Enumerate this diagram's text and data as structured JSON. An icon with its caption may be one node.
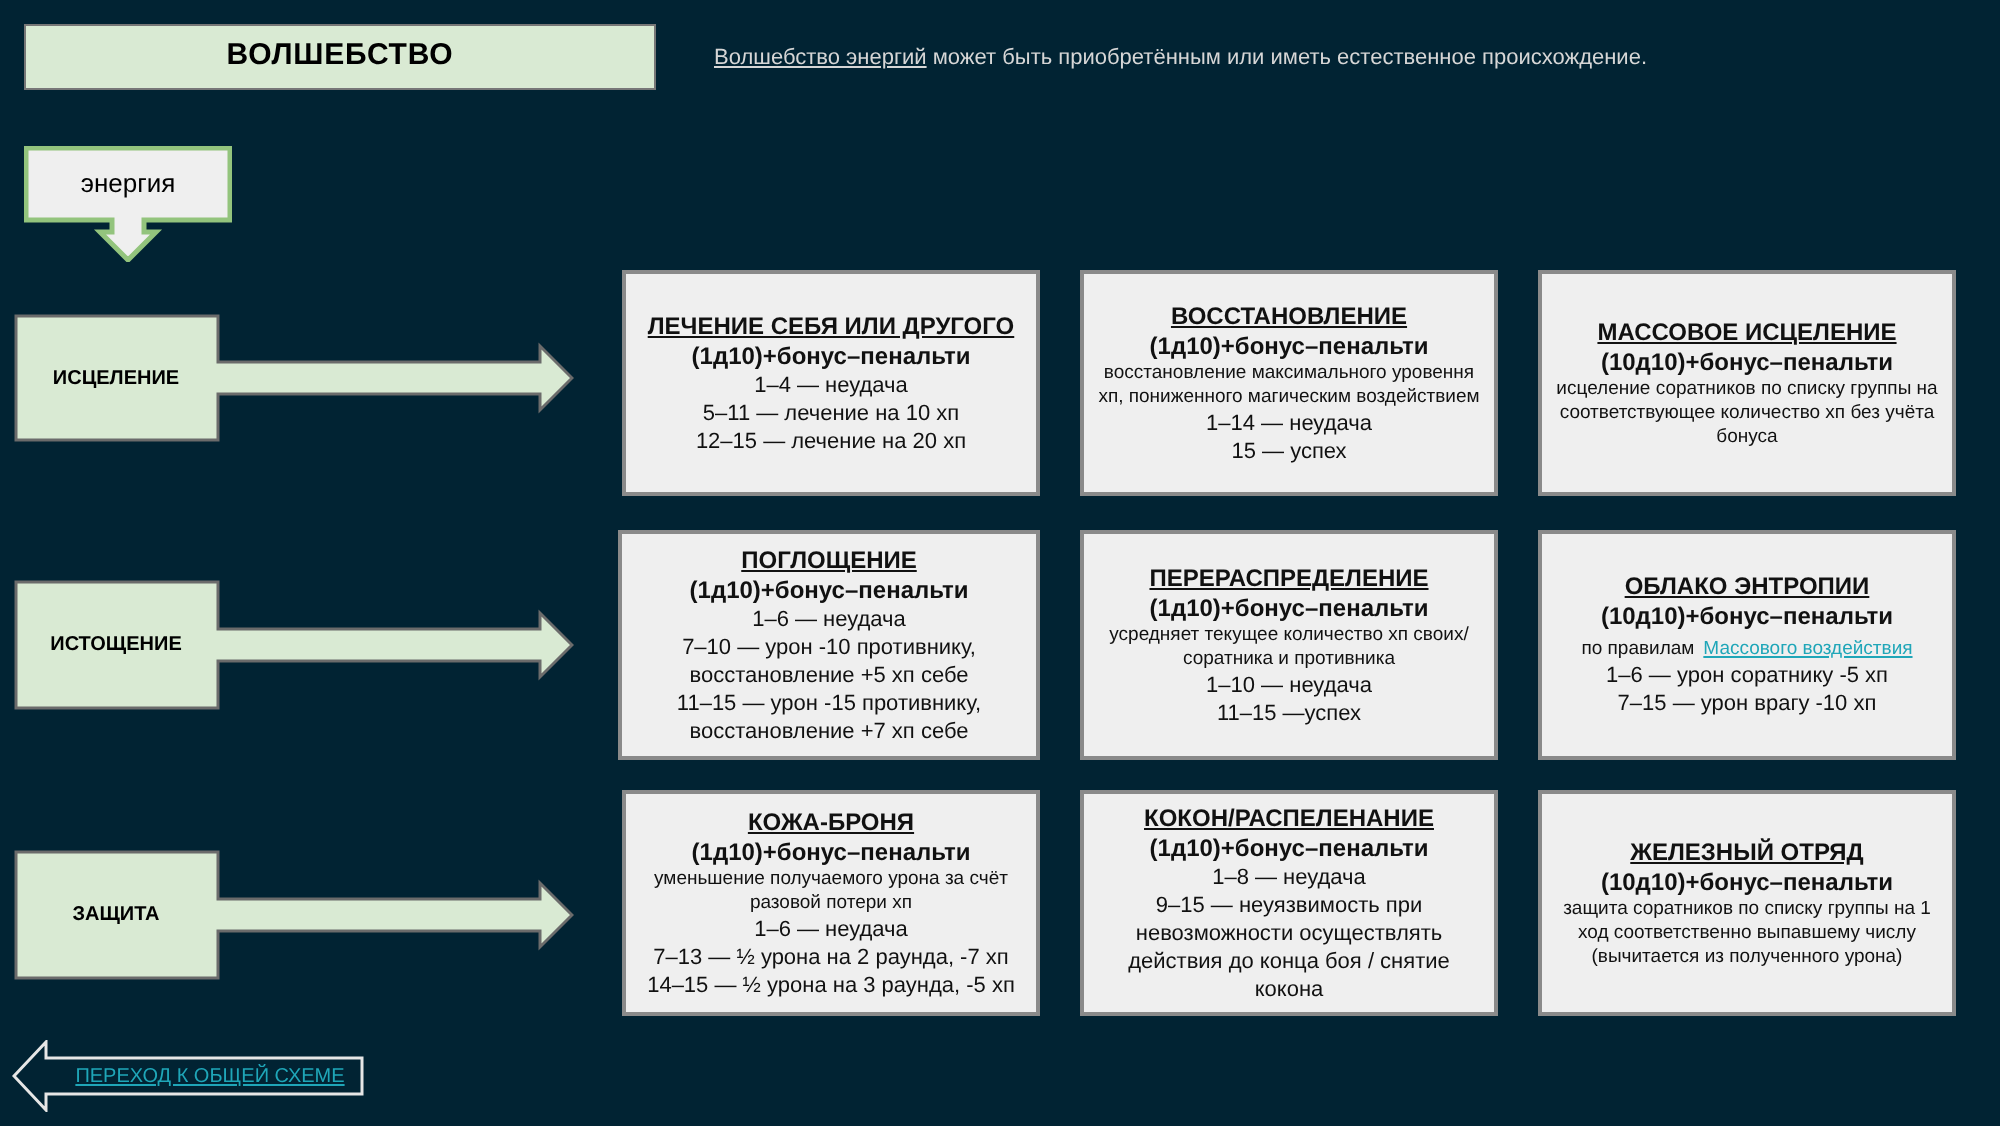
{
  "diagram": {
    "nodes": [
      {
        "text": [
          "ВОЛШЕБСТВО"
        ]
      },
      {
        "text": [
          "энергия"
        ]
      },
      {
        "text": [
          "ИСЦЕЛЕНИЕ"
        ]
      },
      {
        "text": [
          "ИСТОЩЕНИЕ"
        ]
      },
      {
        "text": [
          "ЗАЩИТА"
        ]
      },
      {
        "text": [
          "ЛЕЧЕНИЕ СЕБЯ ИЛИ ДРУГОГО",
          "(1д10)+бонус–пенальти",
          "1–4 — неудача",
          "5–11 —  лечение на 10 хп",
          "12–15 — лечение на 20 хп"
        ]
      },
      {
        "text": [
          "ВОССТАНОВЛЕНИЕ",
          "(1д10)+бонус–пенальти",
          "восстановление максимального уровення хп, пониженного магическим воздействием",
          "1–14 — неудача",
          "15 — успех"
        ]
      },
      {
        "text": [
          "МАССОВОЕ ИСЦЕЛЕНИЕ",
          "(10д10)+бонус–пенальти",
          "исцеление соратников по списку группы на соответствующее количество хп без учёта бонуса"
        ]
      },
      {
        "text": [
          "ПОГЛОЩЕНИЕ",
          "(1д10)+бонус–пенальти",
          "1–6 — неудача",
          "7–10 — урон -10 противнику, восстановление +5 хп себе",
          "11–15 — урон -15 противнику, восстановление +7 хп себе"
        ]
      },
      {
        "text": [
          "ПЕРЕРАСПРЕДЕЛЕНИЕ",
          "(1д10)+бонус–пенальти",
          "усредняет текущее количество хп своих/соратника и противника",
          "1–10 — неудача",
          "11–15 —успех"
        ]
      },
      {
        "text": [
          "ОБЛАКО ЭНТРОПИИ",
          "(10д10)+бонус–пенальти",
          "по правилам",
          "Массового воздействия",
          "1–6 — урон соратнику -5 хп",
          "7–15 — урон врагу -10 хп"
        ]
      },
      {
        "text": [
          "КОЖА-БРОНЯ",
          "(1д10)+бонус–пенальти",
          "уменьшение получаемого урона за счёт разовой потери хп",
          "1–6 — неудача",
          "7–13 — ½  урона на 2 раунда, -7 хп",
          "14–15 — ½ урона на 3 раунда, -5 хп"
        ]
      },
      {
        "text": [
          "КОКОН/РАСПЕЛЕНАНИЕ",
          "(1д10)+бонус–пенальти",
          "1–8 — неудача",
          "9–15 — неуязвимость при невозможности осуществлять действия до конца боя / снятие кокона"
        ]
      },
      {
        "text": [
          "ЖЕЛЕЗНЫЙ ОТРЯД",
          "(10д10)+бонус–пенальти",
          "защита соратников по списку группы на 1 ход соответственно выпавшему числу (вычитается из полученного урона)"
        ]
      },
      {
        "text": [
          "ПЕРЕХОД К ОБЩЕЙ СХЕМЕ"
        ]
      }
    ],
    "labels": [
      "Волшебство энергий",
      "может быть приобретённым или иметь естественное происхождение."
    ]
  }
}
